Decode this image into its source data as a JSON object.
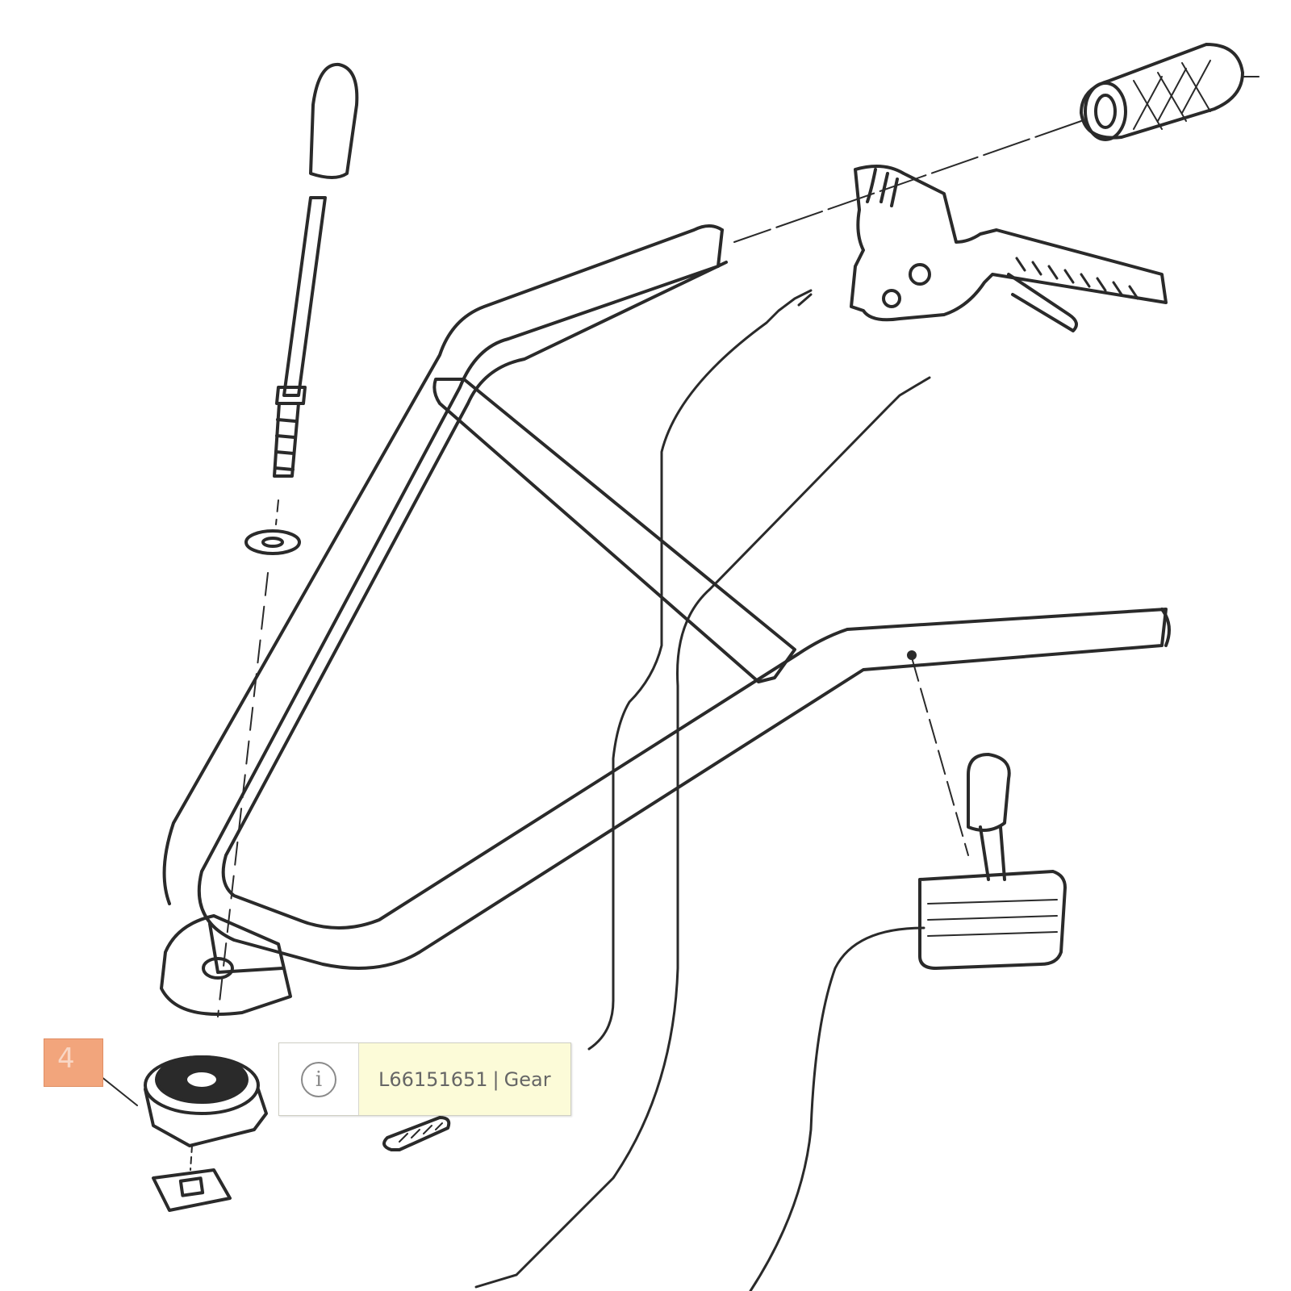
{
  "diagram": {
    "callout_number": "4",
    "tooltip": {
      "icon": "info-icon",
      "part_number": "L66151651",
      "separator": "|",
      "part_name": "Gear"
    }
  },
  "colors": {
    "line": "#2a2a2a",
    "callout_fill": "#f2a57c",
    "tooltip_text_bg": "#fcfbd8"
  }
}
